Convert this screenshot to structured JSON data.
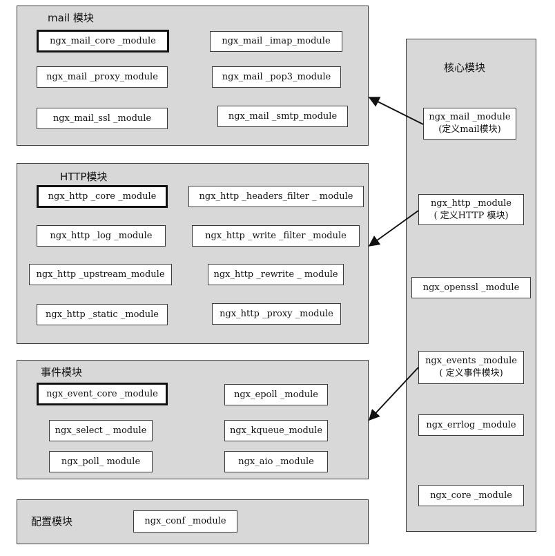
{
  "groups": {
    "mail": {
      "title": "mail 模块",
      "modules": {
        "core": "ngx_mail_core _module",
        "imap": "ngx_mail _imap_module",
        "proxy": "ngx_mail _proxy_module",
        "pop3": "ngx_mail _pop3_module",
        "ssl": "ngx_mail_ssl _module",
        "smtp": "ngx_mail _smtp_module"
      }
    },
    "http": {
      "title": "HTTP模块",
      "modules": {
        "core": "ngx_http _core _module",
        "headers_filter": "ngx_http _headers_filter _ module",
        "log": "ngx_http _log _module",
        "write_filter": "ngx_http _write _filter _module",
        "upstream": "ngx_http _upstream_module",
        "rewrite": "ngx_http _rewrite _ module",
        "static": "ngx_http _static  _module",
        "proxy": "ngx_http _proxy _module"
      }
    },
    "event": {
      "title": "事件模块",
      "modules": {
        "core": "ngx_event_core _module",
        "epoll": "ngx_epoll _module",
        "select": "ngx_select _ module",
        "kqueue": "ngx_kqueue_module",
        "poll": "ngx_poll_ module",
        "aio": "ngx_aio _module"
      }
    },
    "config": {
      "title": "配置模块",
      "modules": {
        "conf": "ngx_conf _module"
      }
    },
    "core": {
      "title": "核心模块",
      "modules": {
        "mail_line1": "ngx_mail _module",
        "mail_line2": "(定义mail模块)",
        "http_line1": "ngx_http _module",
        "http_line2": "( 定义HTTP 模块)",
        "openssl": "ngx_openssl _module",
        "events_line1": "ngx_events _module",
        "events_line2": "( 定义事件模块)",
        "errlog": "ngx_errlog  _module",
        "core": "ngx_core _module"
      }
    }
  },
  "colors": {
    "group_fill": "#d8d8d8",
    "box_fill": "#ffffff",
    "line": "#111111"
  }
}
